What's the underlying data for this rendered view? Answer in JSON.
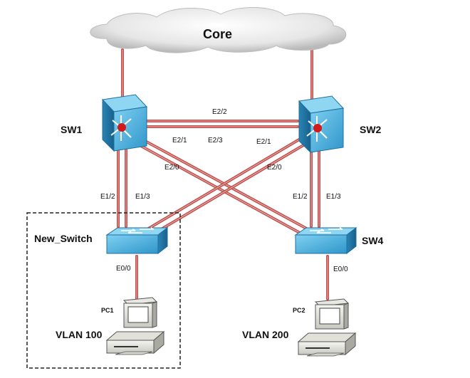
{
  "cloud": {
    "label": "Core"
  },
  "devices": {
    "sw1": "SW1",
    "sw2": "SW2",
    "new_switch": "New_Switch",
    "sw4": "SW4",
    "pc1": "PC1",
    "pc2": "PC2"
  },
  "vlans": {
    "left": "VLAN 100",
    "right": "VLAN 200"
  },
  "ports": {
    "sw1_sw2_top": "E2/2",
    "sw1_e21": "E2/1",
    "sw1_sw2_mid": "E2/3",
    "sw2_e21": "E2/1",
    "sw1_e20": "E2/0",
    "sw2_e20": "E2/0",
    "sw1_e12": "E1/2",
    "sw1_e13": "E1/3",
    "sw2_e12": "E1/2",
    "sw2_e13": "E1/3",
    "newsw_e00": "E0/0",
    "sw4_e00": "E0/0"
  },
  "colors": {
    "link": "#c0504d",
    "link_light": "#e8b4b0",
    "switch_blue": "#3fa9d9",
    "switch_dark": "#1f6f9e",
    "hub": "#d21a1a"
  }
}
